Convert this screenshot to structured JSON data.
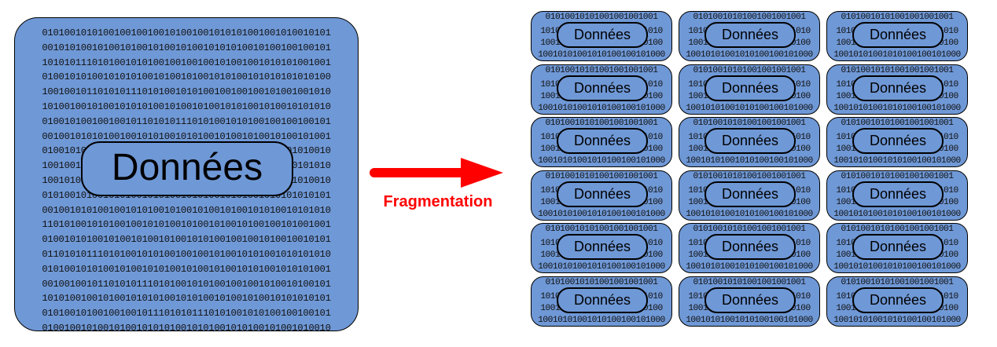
{
  "colors": {
    "block_fill": "#6f98d6",
    "arrow": "#ff0000",
    "outline": "#000000"
  },
  "source": {
    "label": "Données",
    "bits": [
      "0101001010100100100100101001001010101001001010010101",
      "0010101001010010100101001010010101010010100100100101",
      "1010101110101001010100100100100101001001010101001001",
      "0100101010010101010010100101001010100101010101010100",
      "1001001011010101110101001010100100100100101001001010",
      "1010010010100101010100101001010010101001010010101010",
      "0100101001001001011010101110101001010100100100100101",
      "0010010101010010010101001010100101001010010100101001",
      "0100101010101001010100101010010101001010010101010010",
      "1001001010010100101010010101001010100101010100101010",
      "1001010101001010010101010010100101010010100101010010",
      "0101001010010101001010100101010010101001010101010101",
      "0010010101001001010100101001010010100101010010101010",
      "1101010010101001001010100101001010010100100101001001",
      "0100101010010100101001010010101001001001010010010101",
      "0110101011101010010101001001001010010101001010101010",
      "0101001010100101001010100101001010010101001010101001",
      "0010010010110101011101010010101001001001010010100101",
      "1010100100101001010101001010100101001010010101010101",
      "0101001010010010010111010101110101001010100100100101",
      "0100100101001010010101010010101001010100101001010010",
      "0101001010101001010010010101010101101010101001010101"
    ]
  },
  "arrow": {
    "label": "Fragmentation"
  },
  "fragments": {
    "label": "Données",
    "rows": [
      "01010010101001001001001",
      "1010101001010101000101010",
      "1001010010101001010010100",
      "10010101001010100100101000"
    ],
    "grid": {
      "rows": 6,
      "cols": 3
    }
  }
}
